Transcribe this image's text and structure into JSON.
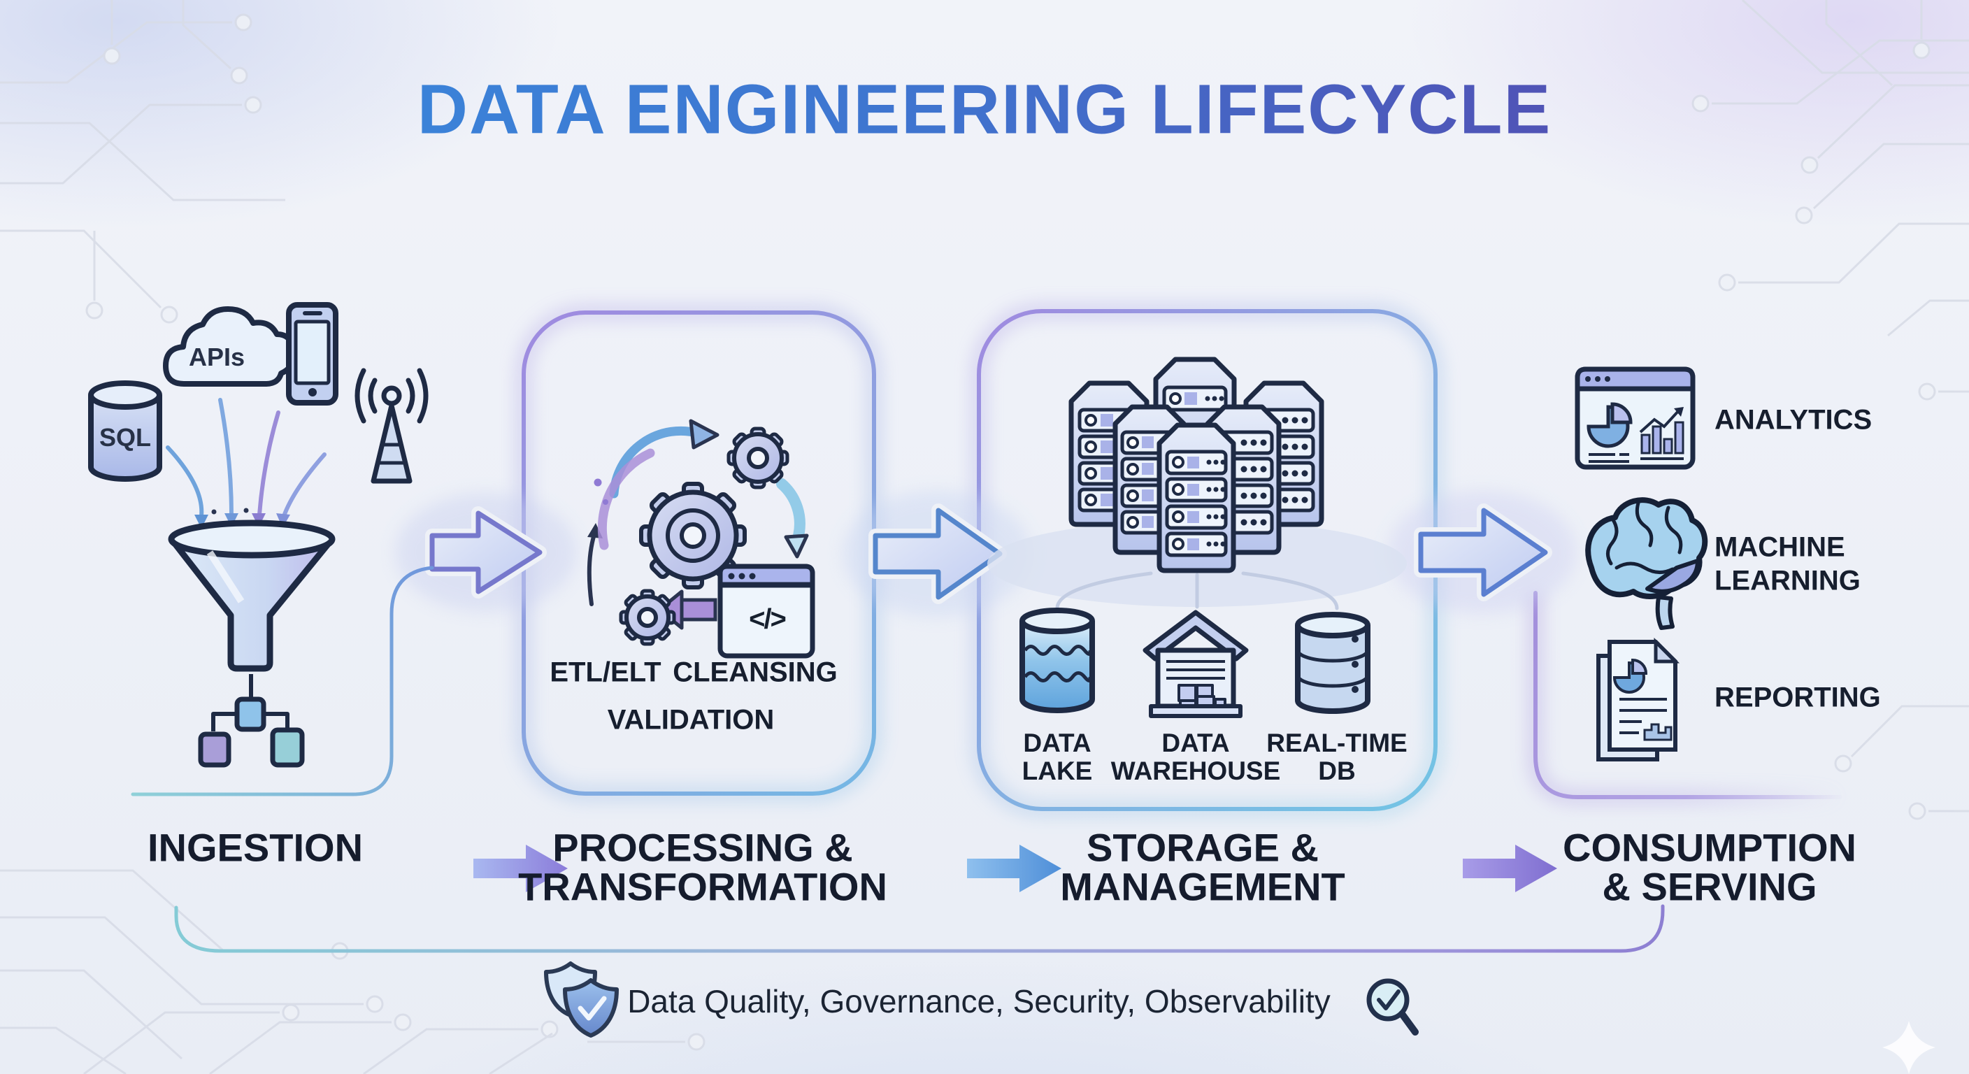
{
  "title": "DATA ENGINEERING LIFECYCLE",
  "colors": {
    "title_gradient_start": "#3b82d8",
    "title_gradient_end": "#5053b6",
    "accent_purple": "#a08ae0",
    "accent_cyan": "#74c2e4",
    "accent_blue": "#4e86c8",
    "label_dark": "#1a2232",
    "flow_teal": "#84cbd6"
  },
  "stages": [
    {
      "id": "ingestion",
      "label_lines": [
        "INGESTION"
      ],
      "sources": {
        "sql_label": "SQL",
        "apis_label": "APIs"
      }
    },
    {
      "id": "processing",
      "label_lines": [
        "PROCESSING &",
        "TRANSFORMATION"
      ],
      "keywords": [
        "ETL/ELT",
        "CLEANSING",
        "VALIDATION"
      ],
      "code_glyph": "</>"
    },
    {
      "id": "storage",
      "label_lines": [
        "STORAGE &",
        "MANAGEMENT"
      ],
      "stores": [
        {
          "lines": [
            "DATA",
            "LAKE"
          ]
        },
        {
          "lines": [
            "DATA",
            "WAREHOUSE"
          ]
        },
        {
          "lines": [
            "REAL-TIME",
            "DB"
          ]
        }
      ]
    },
    {
      "id": "consumption",
      "label_lines": [
        "CONSUMPTION",
        "& SERVING"
      ],
      "outputs": [
        {
          "lines": [
            "ANALYTICS"
          ]
        },
        {
          "lines": [
            "MACHINE",
            "LEARNING"
          ]
        },
        {
          "lines": [
            "REPORTING"
          ]
        }
      ]
    }
  ],
  "footer": {
    "text": "Data Quality, Governance, Security, Observability",
    "left_icon": "shield-check-icon",
    "right_icon": "magnifier-check-icon"
  },
  "icons": [
    "sql-database-icon",
    "apis-cloud-icon",
    "mobile-device-icon",
    "signal-tower-icon",
    "funnel-icon",
    "flowchart-icon",
    "sync-gears-icon",
    "code-window-icon",
    "server-cluster-icon",
    "data-lake-icon",
    "data-warehouse-icon",
    "real-time-db-icon",
    "analytics-dashboard-icon",
    "machine-learning-brain-icon",
    "reporting-document-icon",
    "shield-check-icon",
    "magnifier-check-icon",
    "circuit-trace-decoration",
    "sparkle-icon"
  ]
}
